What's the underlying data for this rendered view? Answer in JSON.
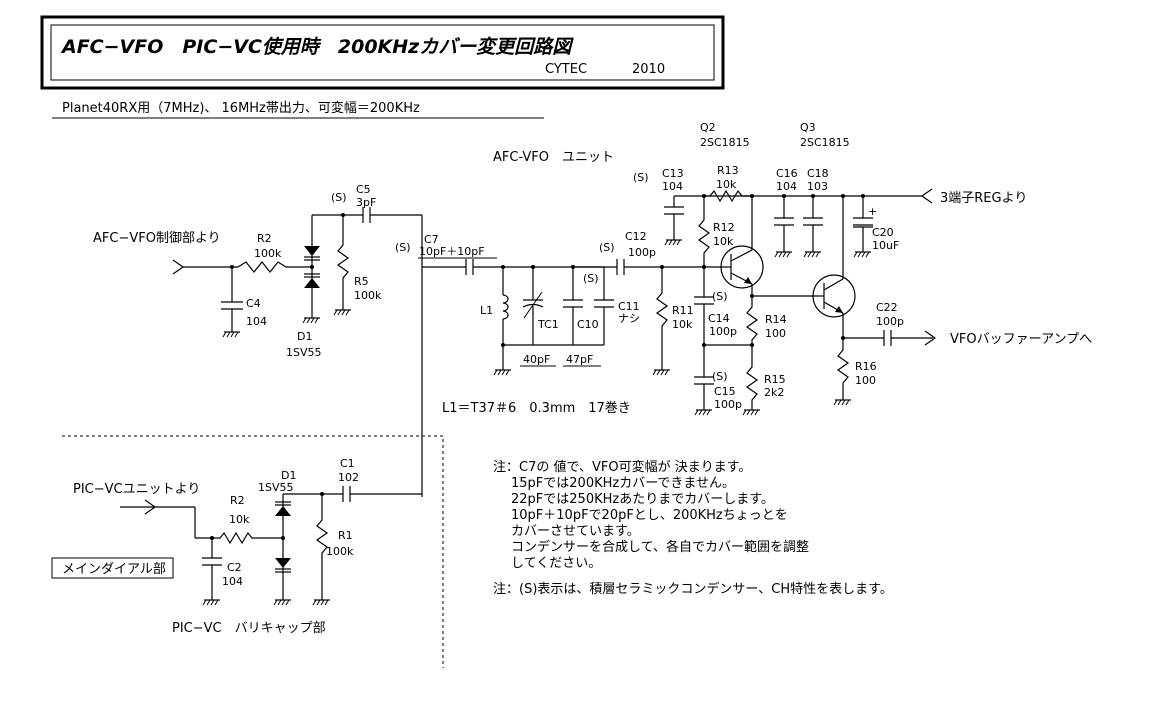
{
  "header": {
    "title": "AFC−VFO　PIC−VC使用時　200KHzカバー変更回路図",
    "credit": "CYTEC",
    "year": "2010",
    "subtitle": "Planet40RX用（7MHz)、 16MHz帯出力、可変幅＝200KHz"
  },
  "section": {
    "unit_title": "AFC-VFO　ユニット",
    "main_dial": "メインダイアル部",
    "varicap": "PIC−VC　バリキャップ部"
  },
  "io": {
    "afc_in": "AFC−VFO制御部より",
    "pic_in": "PIC−VCユニットより",
    "reg_in": "3端子REGより",
    "out": "VFOバッファーアンプへ"
  },
  "components": {
    "s": "(S)",
    "r2_top": {
      "name": "R2",
      "value": "100k"
    },
    "c4": {
      "name": "C4",
      "value": "104"
    },
    "d1_top": {
      "name": "D1",
      "value": "1SV55"
    },
    "c5": {
      "name": "C5",
      "value": "3pF"
    },
    "r5": {
      "name": "R5",
      "value": "100k"
    },
    "c7": {
      "name": "C7",
      "value": "10pF＋10pF"
    },
    "l1": {
      "name": "L1"
    },
    "tc1": {
      "name": "TC1",
      "value": "40pF"
    },
    "c10": {
      "name": "C10",
      "value": "47pF"
    },
    "c11": {
      "name": "C11",
      "value": "ナシ"
    },
    "c12": {
      "name": "C12",
      "value": "100p"
    },
    "r11": {
      "name": "R11",
      "value": "10k"
    },
    "c13": {
      "name": "C13",
      "value": "104"
    },
    "r13": {
      "name": "R13",
      "value": "10k"
    },
    "r12": {
      "name": "R12",
      "value": "10k"
    },
    "c14": {
      "name": "C14",
      "value": "100p"
    },
    "c15": {
      "name": "C15",
      "value": "100p"
    },
    "r14": {
      "name": "R14",
      "value": "100"
    },
    "r15": {
      "name": "R15",
      "value": "2k2"
    },
    "q2": {
      "name": "Q2",
      "value": "2SC1815"
    },
    "q3": {
      "name": "Q3",
      "value": "2SC1815"
    },
    "c16": {
      "name": "C16",
      "value": "104"
    },
    "c18": {
      "name": "C18",
      "value": "103"
    },
    "c20": {
      "name": "C20",
      "value": "10uF"
    },
    "c22": {
      "name": "C22",
      "value": "100p"
    },
    "r16": {
      "name": "R16",
      "value": "100"
    },
    "r2_bot": {
      "name": "R2",
      "value": "10k"
    },
    "c2": {
      "name": "C2",
      "value": "104"
    },
    "d1_bot": {
      "name": "D1",
      "value": "1SV55"
    },
    "c1": {
      "name": "C1",
      "value": "102"
    },
    "r1": {
      "name": "R1",
      "value": "100k"
    }
  },
  "coil_spec": "L1＝T37＃6　0.3mm　17巻き",
  "notes": [
    "注：C7の 値で、VFO可変幅が 決まります。",
    "15pFでは200KHzカバーできません。",
    "22pFでは250KHzあたりまでカバーします。",
    "10pF＋10pFで20pFとし、200KHzちょっとを",
    "カバーさせています。",
    "コンデンサーを合成して、各自でカバー範囲を調整",
    "してください。",
    "注：(S)表示は、積層セラミックコンデンサー、CH特性を表します。"
  ]
}
